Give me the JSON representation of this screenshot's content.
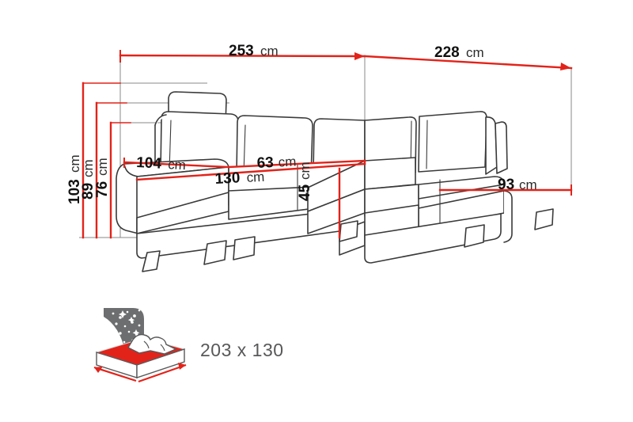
{
  "diagram": {
    "title": "Corner sofa dimension diagram",
    "background_color": "#ffffff",
    "line_color": "#3a3a3a",
    "accent_color": "#e2231a",
    "guide_color": "#8a8a8a",
    "product_type": "L-shaped corner sofa bed"
  },
  "dimensions": {
    "overall_width": {
      "value": "253",
      "unit": "cm",
      "orientation": "horizontal",
      "position": "top-left"
    },
    "overall_depth": {
      "value": "228",
      "unit": "cm",
      "orientation": "horizontal",
      "position": "top-right"
    },
    "overall_height": {
      "value": "103",
      "unit": "cm",
      "orientation": "vertical",
      "position": "left-1"
    },
    "backrest_height": {
      "value": "89",
      "unit": "cm",
      "orientation": "vertical",
      "position": "left-2"
    },
    "armrest_height": {
      "value": "76",
      "unit": "cm",
      "orientation": "vertical",
      "position": "left-3"
    },
    "arm_depth": {
      "value": "104",
      "unit": "cm",
      "orientation": "diagonal",
      "position": "arm-top"
    },
    "seat_depth": {
      "value": "130",
      "unit": "cm",
      "orientation": "diagonal",
      "position": "seat-front"
    },
    "seat_width": {
      "value": "63",
      "unit": "cm",
      "orientation": "diagonal",
      "position": "seat-top"
    },
    "seat_height": {
      "value": "45",
      "unit": "cm",
      "orientation": "vertical",
      "position": "seat-vertical"
    },
    "chaise_depth": {
      "value": "93",
      "unit": "cm",
      "orientation": "diagonal",
      "position": "chaise-right"
    }
  },
  "sleeping_area": {
    "icon_name": "bed-night-icon",
    "label": "203 x 130",
    "mattress_color": "#e2231a",
    "night_sky_color": "#6d6e70",
    "star_color": "#ffffff"
  }
}
